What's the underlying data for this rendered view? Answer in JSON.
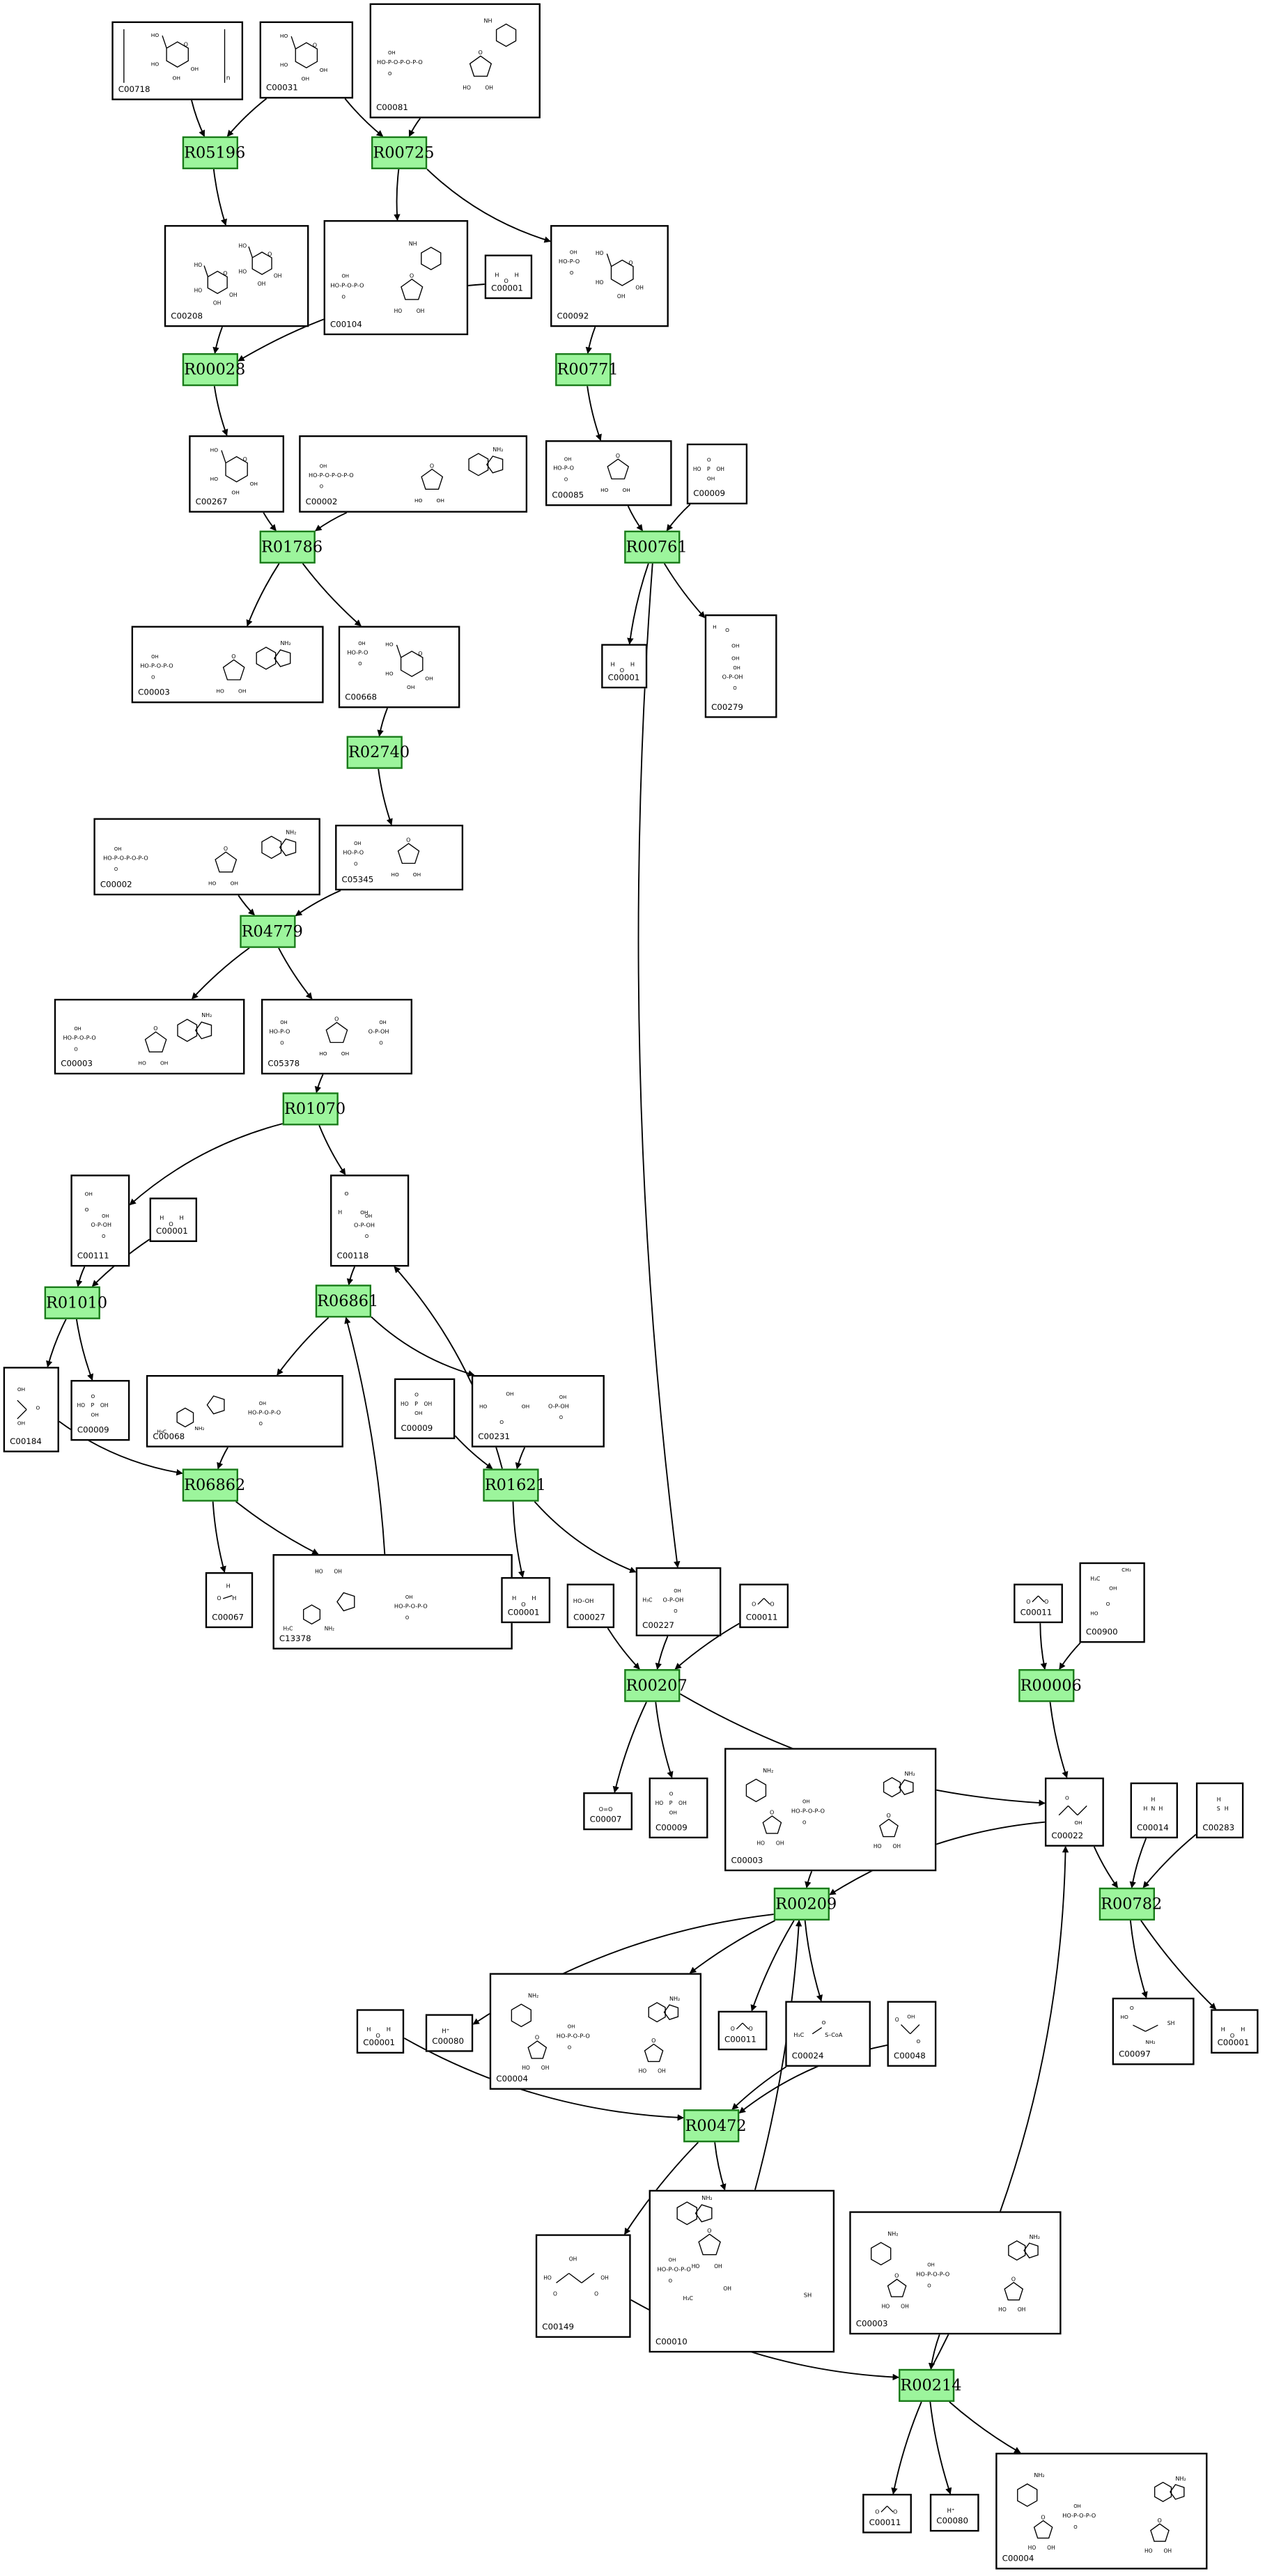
{
  "colors": {
    "reaction_fill": "#9cf59c",
    "reaction_border": "#1a7a1a",
    "edge": "#000000"
  },
  "reactions": [
    "R05196",
    "R00725",
    "R00028",
    "R00771",
    "R01786",
    "R00761",
    "R02740",
    "R04779",
    "R01070",
    "R01010",
    "R06861",
    "R06862",
    "R01621",
    "R00207",
    "R00006",
    "R00209",
    "R00782",
    "R00472",
    "R00214"
  ],
  "compounds": [
    "C00718",
    "C00031",
    "C00081",
    "C00208",
    "C00104",
    "C00001",
    "C00092",
    "C00267",
    "C00002",
    "C00085",
    "C00009",
    "C00003",
    "C00668",
    "C00279",
    "C05345",
    "C05378",
    "C00111",
    "C00118",
    "C00184",
    "C00068",
    "C00231",
    "C00067",
    "C13378",
    "C00027",
    "C00227",
    "C00011",
    "C00900",
    "C00007",
    "C00022",
    "C00014",
    "C00283",
    "C00080",
    "C00004",
    "C00024",
    "C00048",
    "C00097",
    "C00149",
    "C00010"
  ],
  "labels": {
    "n": "n",
    "h2o_h": "H",
    "h2o_o": "O",
    "plus_h": "H⁺",
    "o_eq_o": "O=O",
    "hooh": "HO–OH",
    "nh2": "NH₂",
    "sh": "SH",
    "s_coa": "S–CoA",
    "ch3": "CH₃",
    "h3c": "H₃C",
    "oh": "OH",
    "ho": "HO",
    "nh": "NH",
    "o": "O",
    "nh3_n": "N",
    "hs_s": "S",
    "pp": "HO-P-O-P-O",
    "ppp": "HO-P-O-P-O-P-O",
    "p": "HO-P-O",
    "po": "O-P-OH"
  }
}
